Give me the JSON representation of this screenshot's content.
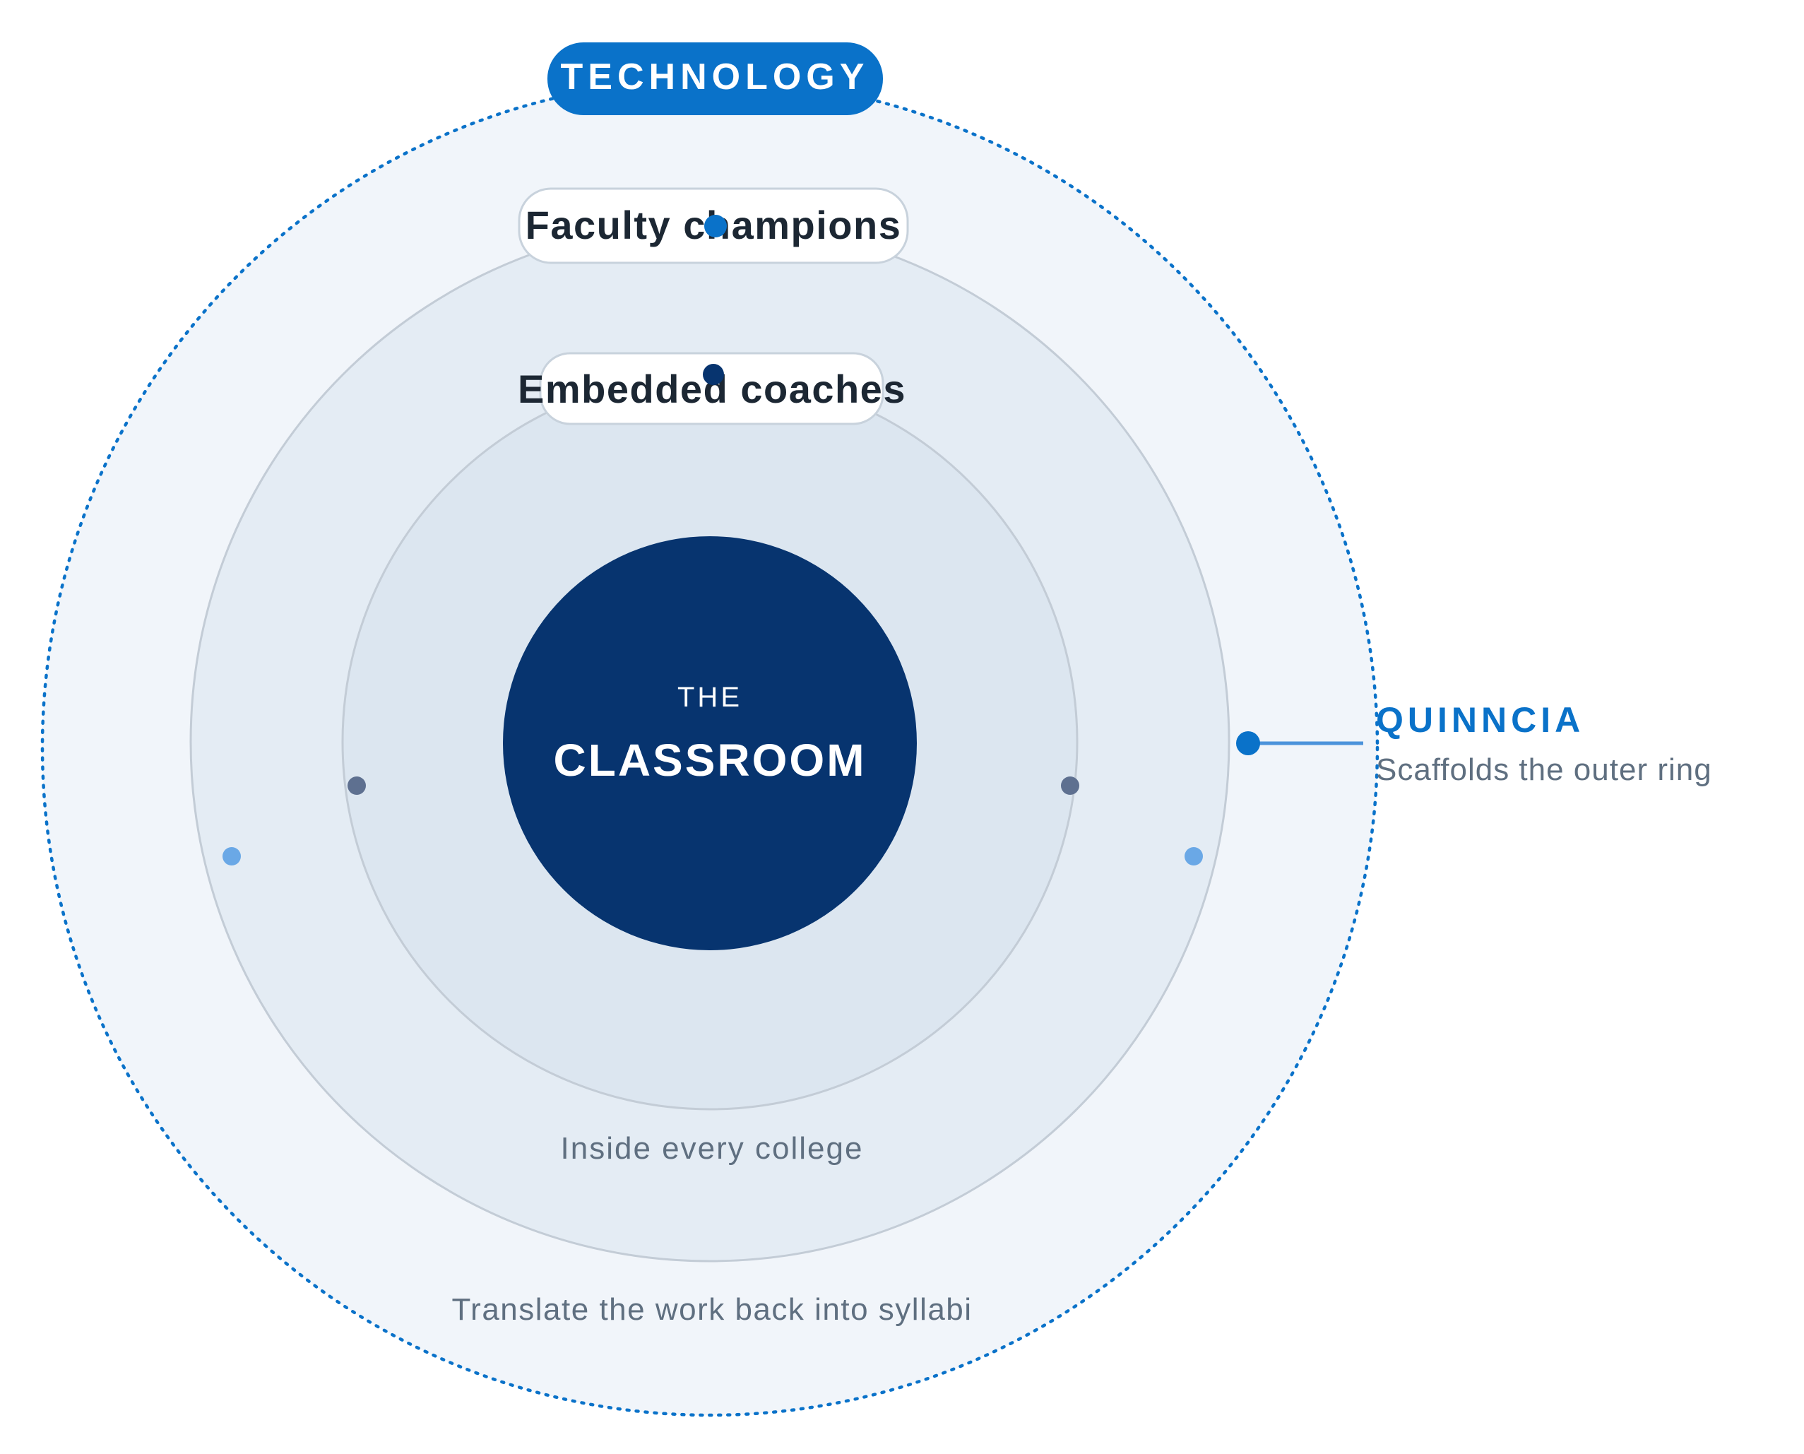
{
  "rings": {
    "technology": {
      "label": "TECHNOLOGY",
      "caption": "Translate the work back into syllabi"
    },
    "faculty": {
      "label": "Faculty champions",
      "caption": "Inside every college"
    },
    "coaches": {
      "label": "Embedded coaches"
    }
  },
  "core": {
    "pre_title": "THE",
    "title": "CLASSROOM"
  },
  "callout": {
    "title": "QUINNCIA",
    "subtitle": "Scaffolds the outer ring"
  },
  "colors": {
    "accent": "#0a72c9",
    "core_fill": "#07346f",
    "outer_fill": "#f1f5fa",
    "middle_fill": "#e4ecf4",
    "inner_fill": "#dce6f0",
    "ring_stroke": "#c3ccd6",
    "light_dot": "#6aa8e6",
    "grey_dot": "#5e7090",
    "caption_text": "#5f6f80",
    "label_text": "#1c2733"
  }
}
